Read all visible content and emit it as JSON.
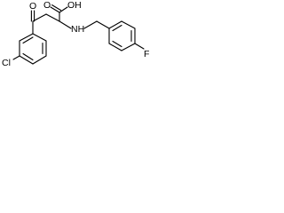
{
  "molecule": {
    "atoms": {
      "chlorine": "Cl",
      "ketone_oxygen": "O",
      "acid_oxygen": "O",
      "hydroxyl": "OH",
      "amine": "NH",
      "fluorine": "F"
    },
    "colors": {
      "bond": "#000000",
      "label": "#000000",
      "background": "#ffffff"
    }
  }
}
